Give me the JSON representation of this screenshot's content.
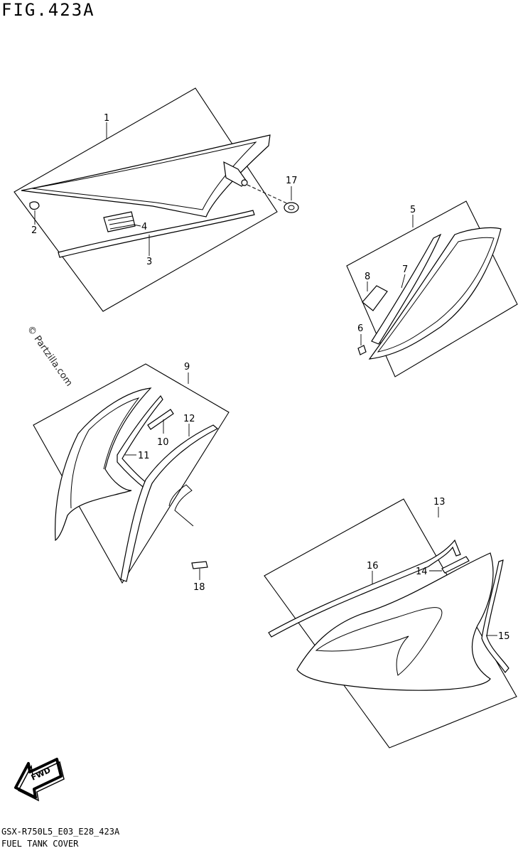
{
  "figure": {
    "title": "FIG.423A",
    "code": "GSX-R750L5_E03_E28_423A",
    "name": "FUEL TANK COVER"
  },
  "watermark": "© Partzilla.com",
  "direction_badge": "FWD",
  "callouts": {
    "p1": "1",
    "p2": "2",
    "p3": "3",
    "p4": "4",
    "p5": "5",
    "p6": "6",
    "p7": "7",
    "p8": "8",
    "p9": "9",
    "p10": "10",
    "p11": "11",
    "p12": "12",
    "p13": "13",
    "p14": "14",
    "p15": "15",
    "p16": "16",
    "p17": "17",
    "p18": "18"
  }
}
